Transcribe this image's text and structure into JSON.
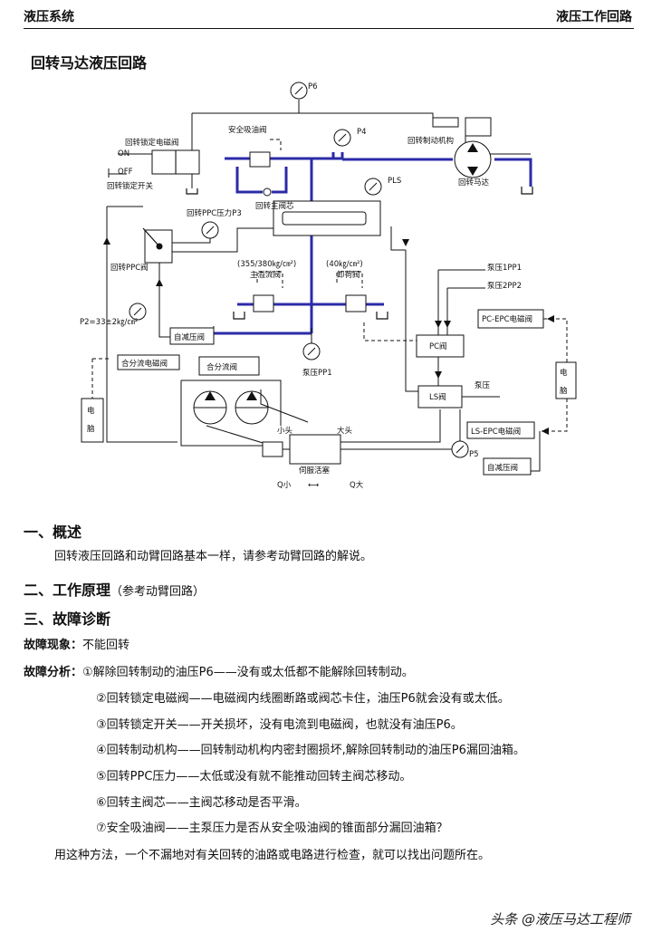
{
  "header": {
    "left": "液压系统",
    "right": "液压工作回路"
  },
  "title": "回转马达液压回路",
  "diagram": {
    "p6": "P6",
    "p4": "P4",
    "pls": "PLS",
    "safety_valve": "安全吸油阀",
    "swing_lock_solenoid": "回转锁定电磁阀",
    "on": "ON",
    "off": "OFF",
    "swing_lock_switch": "回转锁定开关",
    "swing_main_spool": "回转主阀芯",
    "swing_brake": "回转制动机构",
    "swing_motor": "回转马达",
    "ppc_pressure": "回转PPC压力P3",
    "ppc_valve": "回转PPC阀",
    "pressure_355": "(355/380㎏/㎝²)",
    "pressure_40": "(40㎏/㎝²)",
    "main_relief": "主溢流阀",
    "unload_valve": "卸荷阀",
    "p2": "P2=33±2㎏/㎝²",
    "self_reducing": "自减压阀",
    "merge_solenoid": "合分流电磁阀",
    "merge_valve": "合分流阀",
    "pump_pp1": "泵压PP1",
    "pump1": "泵压1PP1",
    "pump2": "泵压2PP2",
    "pc_epc": "PC-EPC电磁阀",
    "pc_valve": "PC阀",
    "ls_valve": "LS阀",
    "pump_pressure": "泵压",
    "ls_epc": "LS-EPC电磁阀",
    "p5": "P5",
    "self_reducing2": "自减压阀",
    "computer_char1": "电",
    "computer_char2": "脑",
    "small_head": "小头",
    "big_head": "大头",
    "servo_piston": "伺服活塞",
    "q_small": "Q小",
    "q_big": "Q大",
    "arrow_both": "⟷"
  },
  "sections": [
    {
      "heading": "一、概述",
      "sub": ""
    },
    {
      "heading": "二、工作原理",
      "sub": "（参考动臂回路）"
    },
    {
      "heading": "三、故障诊断",
      "sub": ""
    }
  ],
  "overview": "回转液压回路和动臂回路基本一样，请参考动臂回路的解说。",
  "fault": {
    "phenomenon_label": "故障现象：",
    "phenomenon": "不能回转",
    "analysis_label": "故障分析：",
    "items": [
      "①解除回转制动的油压P6——没有或太低都不能解除回转制动。",
      "②回转锁定电磁阀——电磁阀内线圈断路或阀芯卡住，油压P6就会没有或太低。",
      "③回转锁定开关——开关损坏，没有电流到电磁阀，也就没有油压P6。",
      "④回转制动机构——回转制动机构内密封圈损坏,解除回转制动的油压P6漏回油箱。",
      "⑤回转PPC压力——太低或没有就不能推动回转主阀芯移动。",
      "⑥回转主阀芯——主阀芯移动是否平滑。",
      "⑦安全吸油阀——主泵压力是否从安全吸油阀的锥面部分漏回油箱？"
    ],
    "conclusion": "用这种方法，一个不漏地对有关回转的油路或电路进行检查，就可以找出问题所在。"
  },
  "watermark": "头条 @液压马达工程师",
  "colors": {
    "hydraulic_line": "#2b2ba8",
    "text": "#111111"
  }
}
